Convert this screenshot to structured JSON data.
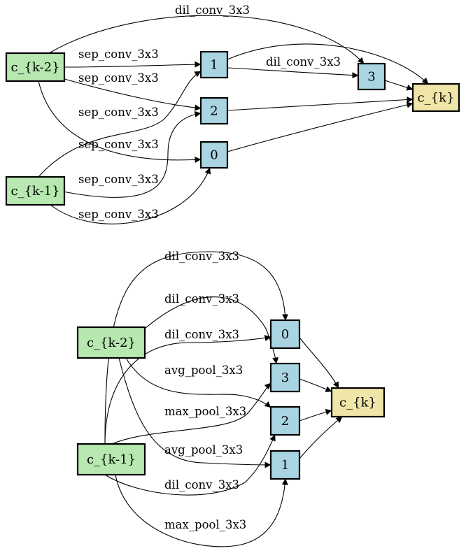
{
  "colors": {
    "input_fill": "#b7e8b0",
    "intermediate_fill": "#a9d5e2",
    "output_fill": "#efe5a8",
    "stroke": "#000000"
  },
  "cells": [
    {
      "name": "cell-top",
      "nodes": [
        {
          "id": "ck2",
          "label": "c_{k-2}",
          "kind": "input"
        },
        {
          "id": "ck1",
          "label": "c_{k-1}",
          "kind": "input"
        },
        {
          "id": "n1",
          "label": "1",
          "kind": "intermediate"
        },
        {
          "id": "n2",
          "label": "2",
          "kind": "intermediate"
        },
        {
          "id": "n0",
          "label": "0",
          "kind": "intermediate"
        },
        {
          "id": "n3",
          "label": "3",
          "kind": "intermediate"
        },
        {
          "id": "ck",
          "label": "c_{k}",
          "kind": "output"
        }
      ],
      "edges": [
        {
          "from": "ck2",
          "to": "n3",
          "label": "dil_conv_3x3"
        },
        {
          "from": "ck2",
          "to": "n1",
          "label": "sep_conv_3x3"
        },
        {
          "from": "ck2",
          "to": "n2",
          "label": "sep_conv_3x3"
        },
        {
          "from": "ck1",
          "to": "n1",
          "label": "sep_conv_3x3"
        },
        {
          "from": "ck2",
          "to": "n0",
          "label": "sep_conv_3x3"
        },
        {
          "from": "ck1",
          "to": "n2",
          "label": "sep_conv_3x3"
        },
        {
          "from": "ck1",
          "to": "n0",
          "label": "sep_conv_3x3"
        },
        {
          "from": "n1",
          "to": "n3",
          "label": "dil_conv_3x3"
        },
        {
          "from": "n1",
          "to": "ck",
          "label": ""
        },
        {
          "from": "n3",
          "to": "ck",
          "label": ""
        },
        {
          "from": "n2",
          "to": "ck",
          "label": ""
        },
        {
          "from": "n0",
          "to": "ck",
          "label": ""
        }
      ]
    },
    {
      "name": "cell-bottom",
      "nodes": [
        {
          "id": "ck2",
          "label": "c_{k-2}",
          "kind": "input"
        },
        {
          "id": "ck1",
          "label": "c_{k-1}",
          "kind": "input"
        },
        {
          "id": "n0",
          "label": "0",
          "kind": "intermediate"
        },
        {
          "id": "n3",
          "label": "3",
          "kind": "intermediate"
        },
        {
          "id": "n2",
          "label": "2",
          "kind": "intermediate"
        },
        {
          "id": "n1",
          "label": "1",
          "kind": "intermediate"
        },
        {
          "id": "ck",
          "label": "c_{k}",
          "kind": "output"
        }
      ],
      "edges": [
        {
          "from": "ck1",
          "to": "n0",
          "label": "dil_conv_3x3"
        },
        {
          "from": "ck2",
          "to": "n3",
          "label": "dil_conv_3x3"
        },
        {
          "from": "ck1",
          "to": "n0",
          "label": "dil_conv_3x3"
        },
        {
          "from": "ck2",
          "to": "n2",
          "label": "avg_pool_3x3"
        },
        {
          "from": "ck1",
          "to": "n3",
          "label": "max_pool_3x3"
        },
        {
          "from": "ck2",
          "to": "n1",
          "label": "avg_pool_3x3"
        },
        {
          "from": "ck1",
          "to": "n2",
          "label": "dil_conv_3x3"
        },
        {
          "from": "ck1",
          "to": "n1",
          "label": "max_pool_3x3"
        },
        {
          "from": "n0",
          "to": "ck",
          "label": ""
        },
        {
          "from": "n3",
          "to": "ck",
          "label": ""
        },
        {
          "from": "n2",
          "to": "ck",
          "label": ""
        },
        {
          "from": "n1",
          "to": "ck",
          "label": ""
        }
      ]
    }
  ]
}
